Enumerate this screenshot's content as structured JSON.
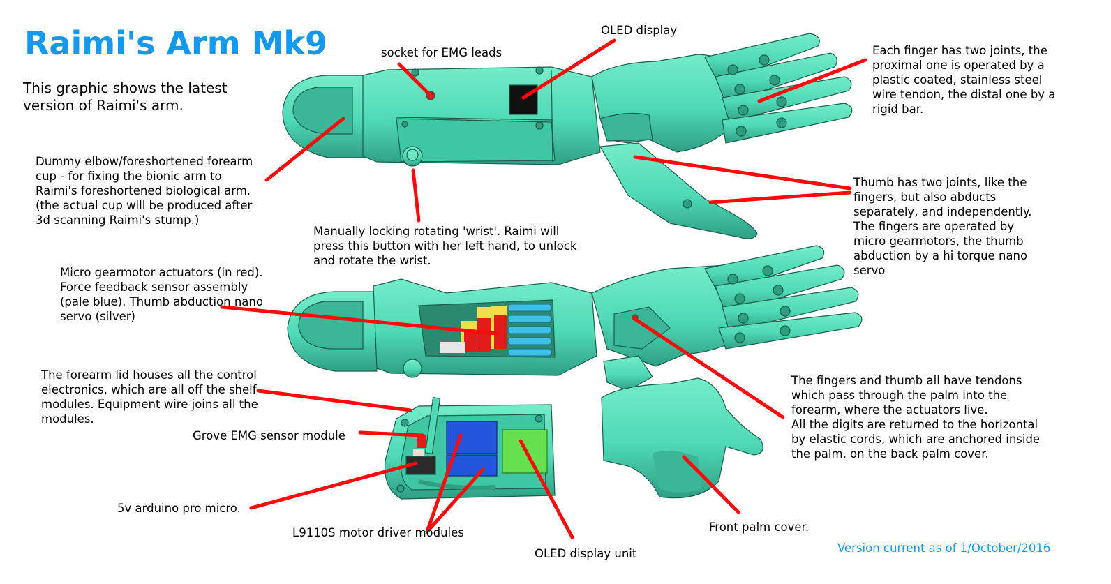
{
  "header": {
    "title": "Raimi's Arm Mk9",
    "subtitle_line1": "This graphic shows the latest",
    "subtitle_line2": "version  of Raimi's arm."
  },
  "colors": {
    "title": "#1499ee",
    "pointer": "#ff0a0a",
    "arm_body": "#52dcb8",
    "arm_shadow": "#2f9d80",
    "gearmotor": "#e21b1b",
    "sensor": "#3cc0e8",
    "yellow_block": "#f2dd4a",
    "driver_module": "#2456dd",
    "oled_unit": "#66e04e"
  },
  "callouts": {
    "socket": [
      "socket for EMG leads"
    ],
    "oled_display": [
      "OLED display"
    ],
    "finger_joints": [
      "Each finger has two joints, the",
      "proximal one is operated by a",
      "plastic coated, stainless steel",
      "wire tendon, the distal one by a",
      "rigid bar."
    ],
    "cup": [
      "Dummy elbow/foreshortened forearm",
      "cup - for fixing the bionic arm to",
      "Raimi's foreshortened biological arm.",
      "(the actual cup will be produced after",
      "3d scanning Raimi's stump.)"
    ],
    "thumb": [
      "Thumb has two joints, like the",
      "fingers, but also abducts",
      "separately, and independently.",
      "The fingers are operated by",
      "micro gearmotors, the thumb",
      "abduction by a hi torque nano",
      "servo"
    ],
    "wrist": [
      "Manually locking rotating 'wrist'. Raimi will",
      "press this button with her left hand, to unlock",
      "and rotate the wrist."
    ],
    "actuators": [
      "Micro gearmotor actuators (in red).",
      "Force feedback sensor assembly",
      "(pale blue). Thumb abduction nano",
      "servo (silver)"
    ],
    "lid": [
      "The forearm lid houses all the control",
      "electronics, which are all off the shelf",
      "modules. Equipment wire joins all the",
      "modules."
    ],
    "tendons": [
      "The fingers and thumb all have tendons",
      "which pass through the palm into the",
      "forearm, where the actuators live.",
      "All the digits are returned to the horizontal",
      "by elastic cords, which are anchored inside",
      "the palm, on the back palm cover."
    ],
    "grove": [
      "Grove EMG sensor module"
    ],
    "arduino": [
      "5v arduino pro micro."
    ],
    "driver": [
      "L9110S motor driver modules"
    ],
    "oled_unit": [
      "OLED display unit"
    ],
    "palm_cover": [
      "Front palm cover."
    ]
  },
  "footer": {
    "version": "Version current as of 1/October/2016"
  }
}
